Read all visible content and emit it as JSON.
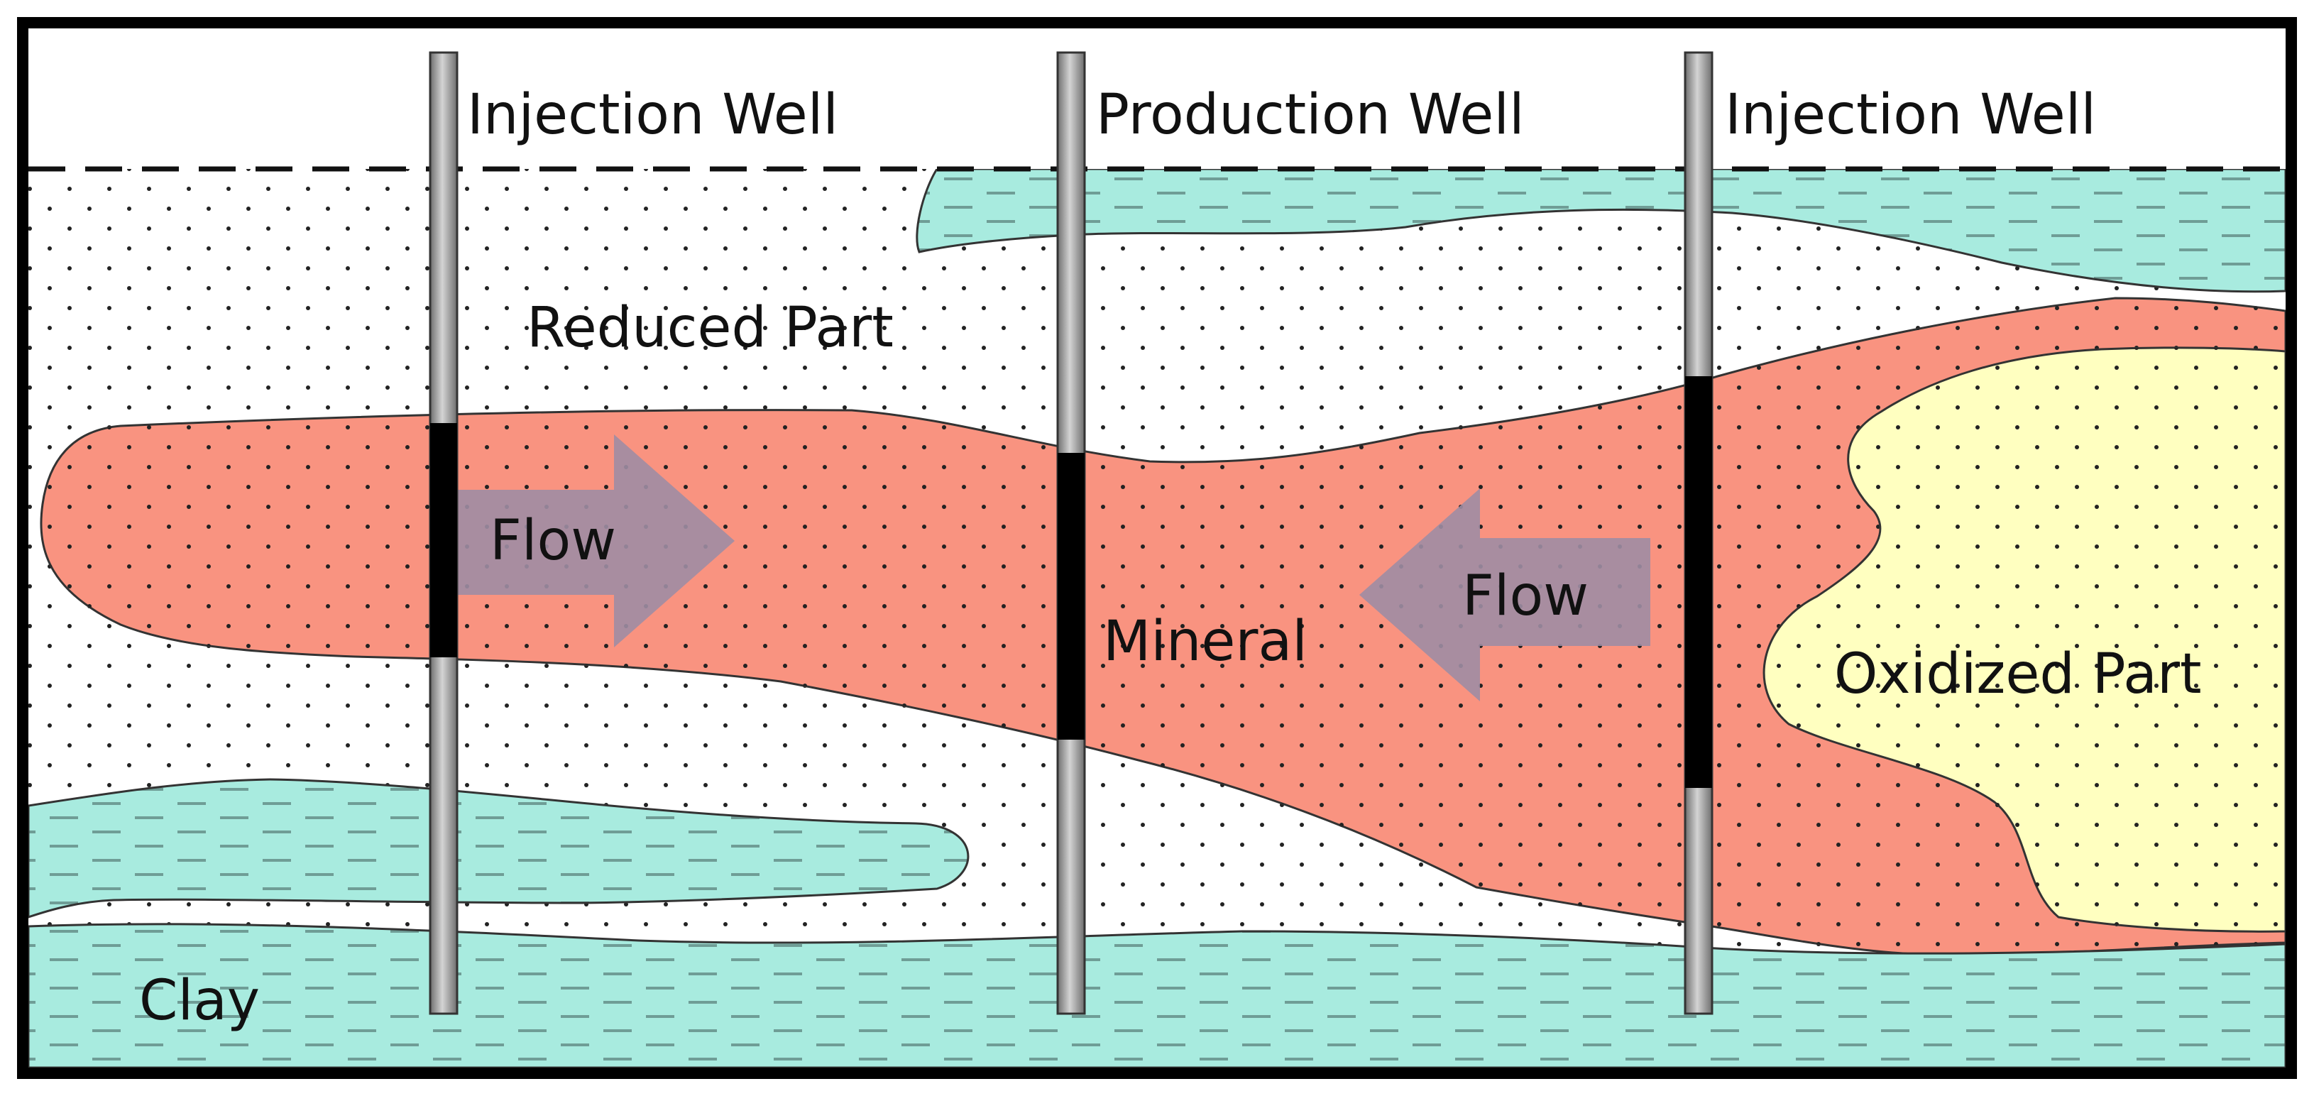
{
  "labels": {
    "well_left": "Injection Well",
    "well_center": "Production Well",
    "well_right": "Injection Well",
    "reduced_part": "Reduced Part",
    "flow_left": "Flow",
    "flow_right": "Flow",
    "mineral": "Mineral",
    "oxidized_part": "Oxidized Part",
    "clay": "Clay"
  },
  "colors": {
    "clay": "#a8ebdf",
    "clay_dash": "#6f9d96",
    "mineral": "#f99380",
    "oxidized": "#ffffc0",
    "arrow": "#9f8da3",
    "well_pipe": "#9a9a9a",
    "well_screen": "#000000",
    "outline": "#333333",
    "frame": "#000000"
  }
}
